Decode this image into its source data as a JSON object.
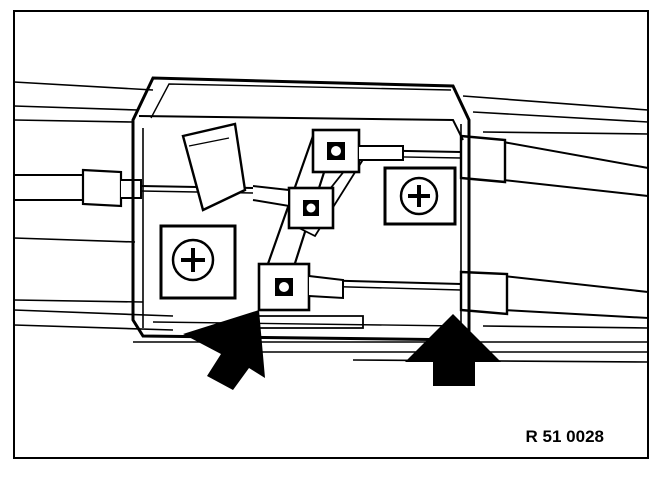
{
  "figure": {
    "reference_code": "R 51 0028",
    "colors": {
      "ink": "#000000",
      "paper": "#ffffff"
    },
    "parts": [
      "junction-box",
      "left-wire",
      "right-upper-wire",
      "right-lower-wire",
      "left-screw",
      "right-screw",
      "link-bar",
      "terminal-top",
      "terminal-middle",
      "terminal-bottom",
      "left-arrow",
      "right-arrow"
    ]
  }
}
